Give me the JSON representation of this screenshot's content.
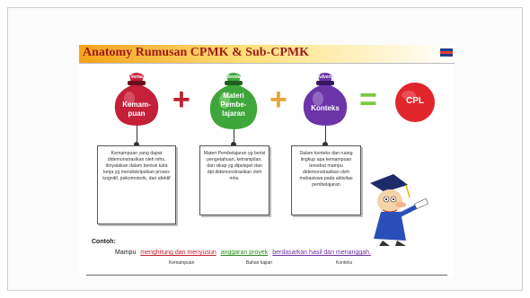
{
  "slide": {
    "title": "Anatomy Rumusan CPMK & Sub-CPMK"
  },
  "bags": [
    {
      "tag": "Verba",
      "label": "Kemam-\npuan",
      "color": "#c4203a"
    },
    {
      "tag": "Benda",
      "label": "Materi\nPembe-\nlajaran",
      "color": "#3ea63a"
    },
    {
      "tag": "Adverb",
      "label": "Konteks",
      "color": "#6b35a8"
    }
  ],
  "cpl": {
    "label": "CPL",
    "color": "#e0262b"
  },
  "operators": {
    "plus1": "+",
    "plus2": "+",
    "equals": "="
  },
  "notes": [
    "Kemampuan yang dapat didemonstrasikan oleh mhs, dinyatakan dalam bentuk kata kerja yg mendiskripsikan proses kognitif, psikomotorik, dan afektif",
    "Materi Pembelajaran yg berisi pengetahuan, ketrampilan, dan sikap yg dipelajari dan dpt didemonstrasikan oleh mhs.",
    "Dalam konteks dan ruang lingkup apa kemampuan tersebut mampu didemonstrasikan oleh mahasiswa pada aktivitas pembelajaran"
  ],
  "example": {
    "heading": "Contoh:",
    "words": [
      {
        "text": "Mampu",
        "style": "plain"
      },
      {
        "text": "menghitung dan menyusun",
        "style": "red"
      },
      {
        "text": "anggaran proyek",
        "style": "green"
      },
      {
        "text": "berdasarkan hasil dan menanggah.",
        "style": "purple"
      }
    ],
    "sublabels": [
      "Kemampuan",
      "Bahan kajian",
      "Konteks"
    ]
  },
  "colors": {
    "title": "#9b1c1c",
    "plus": "#c01f2f",
    "plus2": "#e6a43a",
    "equals": "#7ac943"
  }
}
